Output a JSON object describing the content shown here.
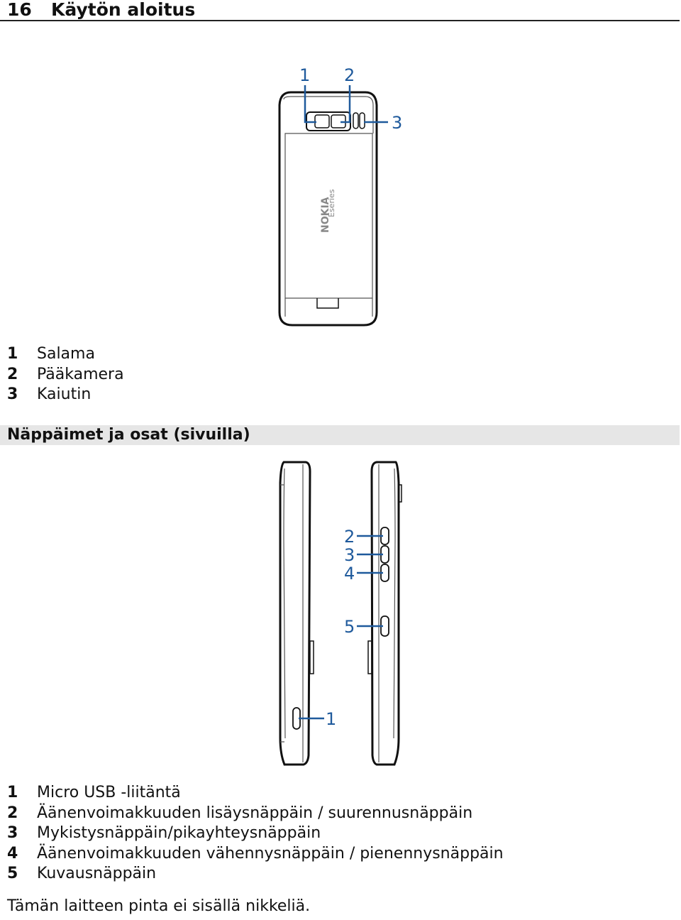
{
  "header": {
    "page_number": "16",
    "title": "Käytön aloitus"
  },
  "back_view": {
    "callouts": [
      "1",
      "2",
      "3"
    ],
    "brand_logo": "NOKIA",
    "brand_series": "Eseries",
    "legend": [
      {
        "num": "1",
        "label": "Salama"
      },
      {
        "num": "2",
        "label": "Pääkamera"
      },
      {
        "num": "3",
        "label": "Kaiutin"
      }
    ]
  },
  "section": {
    "title": "Näppäimet ja osat (sivuilla)"
  },
  "side_view": {
    "callouts": [
      "1",
      "2",
      "3",
      "4",
      "5"
    ],
    "legend": [
      {
        "num": "1",
        "label": "Micro USB -liitäntä"
      },
      {
        "num": "2",
        "label": "Äänenvoimakkuuden lisäysnäppäin / suurennusnäppäin"
      },
      {
        "num": "3",
        "label": "Mykistysnäppäin/pikayhteysnäppäin"
      },
      {
        "num": "4",
        "label": "Äänenvoimakkuuden vähennysnäppäin / pienennysnäppäin"
      },
      {
        "num": "5",
        "label": "Kuvausnäppäin"
      }
    ]
  },
  "note": "Tämän laitteen pinta ei sisällä nikkeliä.",
  "colors": {
    "callout": "#1f5a9c",
    "section_bar": "#e6e6e6"
  }
}
